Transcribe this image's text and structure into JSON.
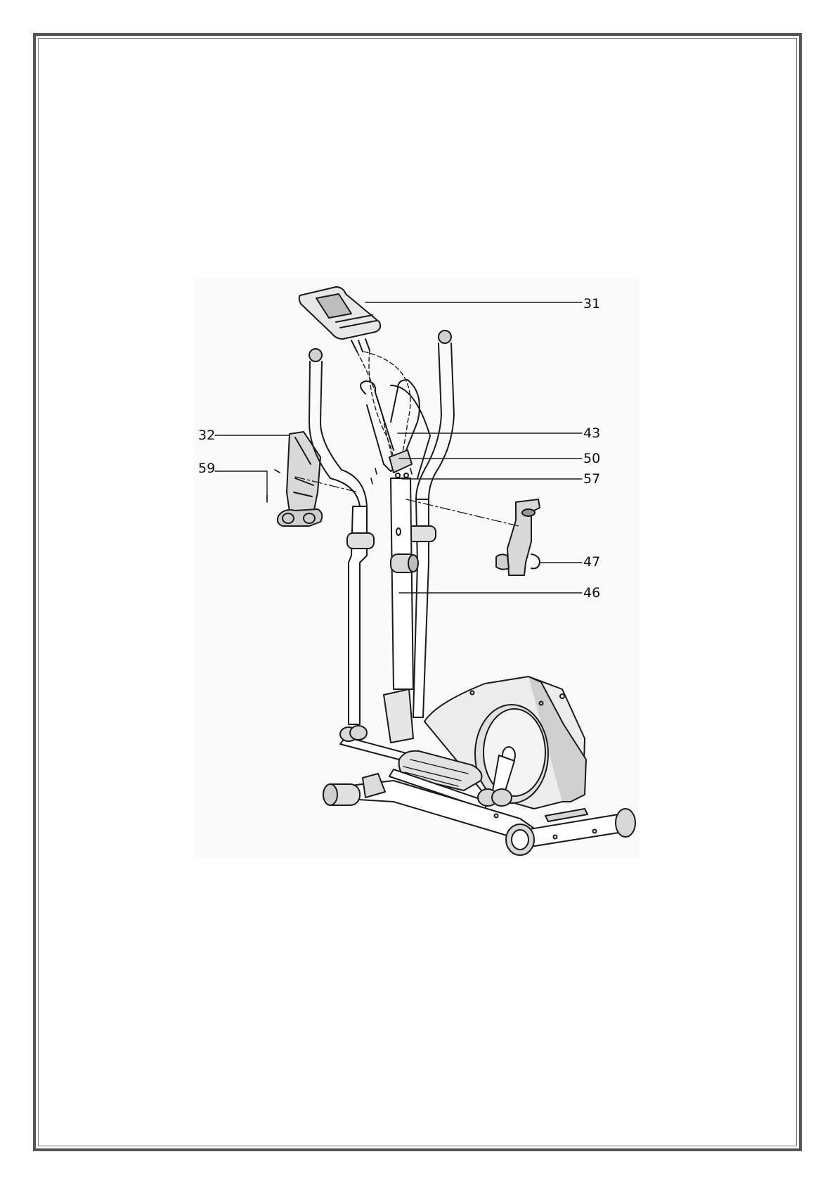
{
  "diagram": {
    "callouts": [
      {
        "id": "31",
        "label": "31"
      },
      {
        "id": "32",
        "label": "32"
      },
      {
        "id": "59",
        "label": "59"
      },
      {
        "id": "43",
        "label": "43"
      },
      {
        "id": "50",
        "label": "50"
      },
      {
        "id": "57",
        "label": "57"
      },
      {
        "id": "47",
        "label": "47"
      },
      {
        "id": "46",
        "label": "46"
      }
    ]
  },
  "colors": {
    "line": "#1a1a1a",
    "frame": "#555555"
  }
}
